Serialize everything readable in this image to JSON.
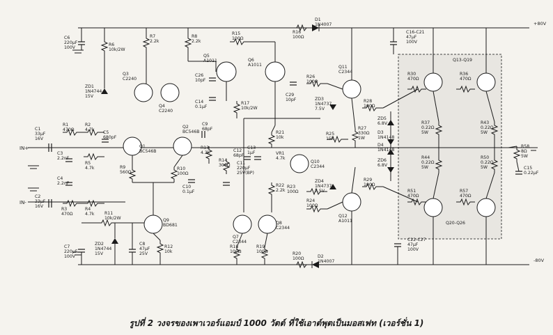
{
  "rails": {
    "pos": "+80V",
    "neg": "-80V",
    "in_pos": "IN+",
    "in_neg": "IN-"
  },
  "caption": "รูปที่ 2 วงจรของเพาเวอร์แอมป์ 1000 วัตต์ ที่ใช้เอาต์พุตเป็นมอสเฟท (เวอร์ชั่น 1)",
  "components": {
    "C1": [
      "C1",
      "33µF",
      "16V"
    ],
    "C2": [
      "C2",
      "33µF",
      "16V"
    ],
    "C3": [
      "C3",
      "2.2nF"
    ],
    "C4": [
      "C4",
      "2.2nF"
    ],
    "C5": [
      "C5",
      "680pF"
    ],
    "C6": [
      "C6",
      "220µF",
      "100V"
    ],
    "C7": [
      "C7",
      "220µF",
      "100V"
    ],
    "C8": [
      "C8",
      "47µF",
      "25V"
    ],
    "C9": [
      "C9",
      "68pF"
    ],
    "C10": [
      "C10",
      "0.1µF"
    ],
    "C11": [
      "C11",
      "220µF",
      "25V(BP)"
    ],
    "C12": [
      "C12",
      "68pF"
    ],
    "C13": [
      "C13",
      "1µF"
    ],
    "C14": [
      "C14",
      "0.1µF"
    ],
    "C15": [
      "C15",
      "0.22µF"
    ],
    "C16": [
      "C16-C21",
      "47µF",
      "100V"
    ],
    "C22": [
      "C22-C27",
      "47µF",
      "100V"
    ],
    "C26": [
      "C26",
      "10pF"
    ],
    "C29": [
      "C29",
      "10pF"
    ],
    "R1": [
      "R1",
      "470Ω"
    ],
    "R2": [
      "R2",
      "4.7k"
    ],
    "R3": [
      "R3",
      "470Ω"
    ],
    "R4": [
      "R4",
      "4.7k"
    ],
    "R5": [
      "R5",
      "4.7k"
    ],
    "R6": [
      "R6",
      "10k/2W"
    ],
    "R7": [
      "R7",
      "2.2k"
    ],
    "R8": [
      "R8",
      "2.2k"
    ],
    "R9": [
      "R9",
      "560Ω"
    ],
    "R10": [
      "R10",
      "100Ω"
    ],
    "R11": [
      "R11",
      "10k/2W"
    ],
    "R12": [
      "R12",
      "10k"
    ],
    "R13": [
      "R13",
      "4.3k"
    ],
    "R14": [
      "R14",
      "300Ω"
    ],
    "R15": [
      "R15",
      "100Ω"
    ],
    "R16": [
      "R16",
      "100Ω"
    ],
    "R17": [
      "R17",
      "10k/2W"
    ],
    "R18": [
      "R18",
      "100Ω"
    ],
    "R19": [
      "R19",
      "100Ω"
    ],
    "R20": [
      "R20",
      "100Ω"
    ],
    "R21": [
      "R21",
      "10k"
    ],
    "R22": [
      "R22",
      "2.2k"
    ],
    "R23": [
      "R23",
      "100Ω"
    ],
    "R24": [
      "R24",
      "100Ω"
    ],
    "R25": [
      "R25",
      "15k"
    ],
    "R26": [
      "R26",
      "100Ω"
    ],
    "R27": [
      "R27",
      "330Ω",
      "1W"
    ],
    "R28": [
      "R28",
      "100Ω"
    ],
    "R29": [
      "R29",
      "100Ω"
    ],
    "R30": [
      "R30",
      "470Ω"
    ],
    "R36": [
      "R36",
      "470Ω"
    ],
    "R37": [
      "R37",
      "0.22Ω",
      "5W"
    ],
    "R43": [
      "R43",
      "0.22Ω",
      "5W"
    ],
    "R44": [
      "R44",
      "0.22Ω",
      "5W"
    ],
    "R50": [
      "R50",
      "0.22Ω",
      "5W"
    ],
    "R51": [
      "R51",
      "470Ω"
    ],
    "R57": [
      "R57",
      "470Ω"
    ],
    "R58": [
      "R58",
      "8Ω",
      "5W"
    ],
    "VR1": [
      "VR1",
      "4.7k"
    ],
    "D1": [
      "D1",
      "1N4007"
    ],
    "D2": [
      "D2",
      "1N4007"
    ],
    "D3": [
      "D3",
      "1N4148"
    ],
    "D4": [
      "D4",
      "1N4148"
    ],
    "ZD1": [
      "ZD1",
      "1N4744",
      "15V"
    ],
    "ZD2": [
      "ZD2",
      "1N4744",
      "15V"
    ],
    "ZD3": [
      "ZD3",
      "1N4737",
      "7.5V"
    ],
    "ZD4": [
      "ZD4",
      "1N4737",
      "7.5V"
    ],
    "ZD5": [
      "ZD5",
      "6.8V"
    ],
    "ZD6": [
      "ZD6",
      "6.8V"
    ],
    "Q1": [
      "Q1",
      "BC546B"
    ],
    "Q2": [
      "Q2",
      "BC546B"
    ],
    "Q3": [
      "Q3",
      "C2240"
    ],
    "Q4": [
      "Q4",
      "C2240"
    ],
    "Q5": [
      "Q5",
      "A1011"
    ],
    "Q6": [
      "Q6",
      "A1011"
    ],
    "Q7": [
      "Q7",
      "C2344"
    ],
    "Q8": [
      "Q8",
      "C2344"
    ],
    "Q9": [
      "Q9",
      "BD681"
    ],
    "Q10": [
      "Q10",
      "C2344"
    ],
    "Q11": [
      "Q11",
      "C2344"
    ],
    "Q12": [
      "Q12",
      "A1011"
    ],
    "Q13": [
      "Q13-Q19"
    ],
    "Q20": [
      "Q20-Q26"
    ]
  }
}
